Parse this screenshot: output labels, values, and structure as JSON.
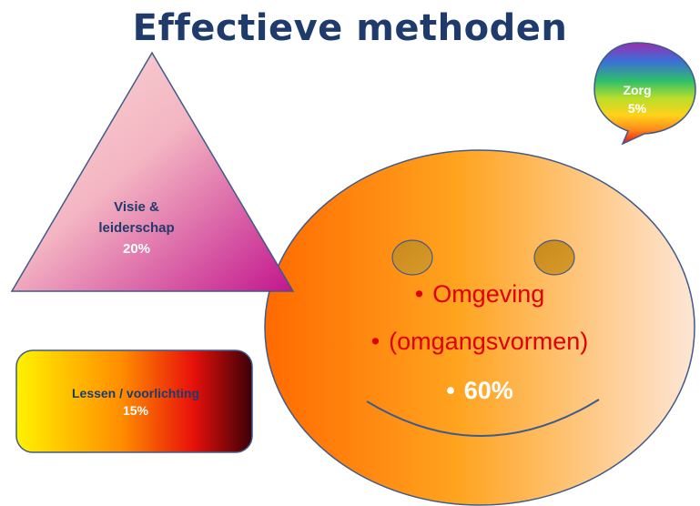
{
  "title": "Effectieve methoden",
  "triangle": {
    "line1": "Visie &",
    "line2": "leiderschap",
    "percent": "20%"
  },
  "bubble": {
    "label": "Zorg",
    "percent": "5%"
  },
  "box": {
    "label": "Lessen / voorlichting",
    "percent": "15%"
  },
  "face": {
    "bullet": "•",
    "line1": "Omgeving",
    "line2": "(omgangsvormen)",
    "percent": "60%"
  },
  "colors": {
    "title": "#1f3b6b",
    "outline": "#3f5b8a",
    "face_text": "#e00000",
    "percent_text": "#ffffff"
  }
}
